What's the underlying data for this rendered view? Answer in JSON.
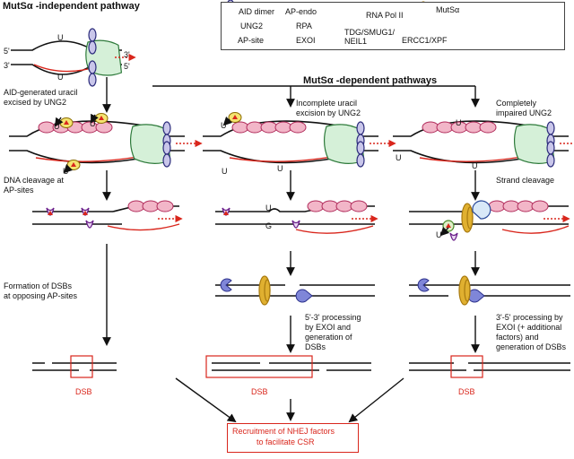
{
  "titles": {
    "independent": "MutSα -independent pathway",
    "dependent": "MutSα -dependent pathways"
  },
  "legend": {
    "aid_dimer": "AID dimer",
    "ap_endo": "AP-endo",
    "rna_pol": "RNA Pol II",
    "mutsa": "MutSα",
    "ung2": "UNG2",
    "rpa": "RPA",
    "tdg": "TDG/SMUG1/",
    "neil": "NEIL1",
    "ap_site": "AP-site",
    "exoi": "EXOI",
    "ercc": "ERCC1/XPF"
  },
  "strand_labels": {
    "five_prime": "5'",
    "three_prime": "3'",
    "uracil": "U",
    "guanine": "G"
  },
  "steps": {
    "aid_excised": [
      "AID-generated uracil",
      "excised by UNG2"
    ],
    "incomplete": [
      "Incomplete  uracil",
      "excision by UNG2"
    ],
    "impaired": [
      "Completely",
      "impaired UNG2"
    ],
    "dna_cleavage": [
      "DNA cleavage at",
      "AP-sites"
    ],
    "strand_cleavage": "Strand cleavage",
    "formation": [
      "Formation of DSBs",
      "at opposing AP-sites"
    ],
    "proc53": [
      "5'-3' processing",
      "by EXOI and",
      "generation of",
      "DSBs"
    ],
    "proc35": [
      "3'-5' processing by",
      "EXOI  (+ additional",
      "factors) and",
      "generation of DSBs"
    ],
    "dsb": "DSB",
    "recruit": [
      "Recruitment of NHEJ factors",
      "to facilitate CSR"
    ]
  },
  "colors": {
    "red": "#d9261c",
    "rpa": "#f2b6c8",
    "rpa_edge": "#b02a5a",
    "rna_pol": "#d5f0d8",
    "rna_pol_edge": "#2d7a3a",
    "mutsa": "#e0b030",
    "mutsa_dark": "#a87a10",
    "ung2": "#f4e470",
    "exoi": "#7f86d8",
    "aid": "#c9c6ea"
  }
}
